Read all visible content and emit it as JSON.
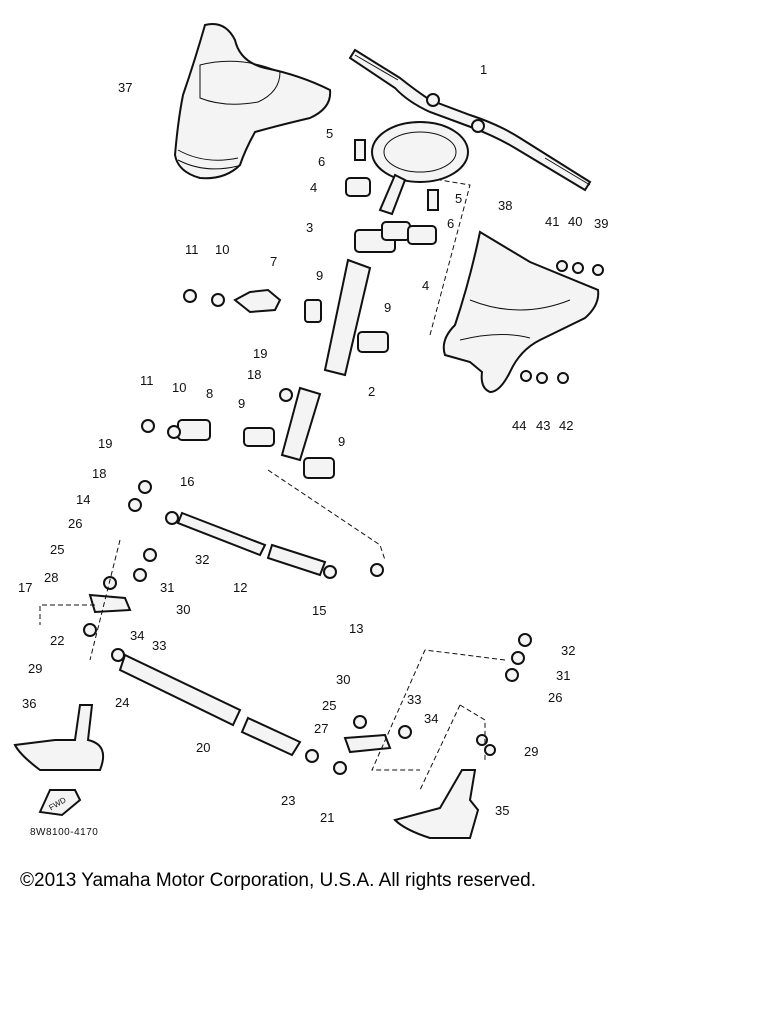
{
  "diagram": {
    "ref_code": "8W8100-4170",
    "fwd_label": "FWD",
    "callouts": [
      "37",
      "1",
      "5",
      "6",
      "4",
      "5",
      "6",
      "3",
      "38",
      "41",
      "40",
      "39",
      "11",
      "10",
      "7",
      "9",
      "4",
      "9",
      "19",
      "18",
      "2",
      "11",
      "10",
      "8",
      "9",
      "44",
      "43",
      "42",
      "9",
      "19",
      "18",
      "16",
      "14",
      "26",
      "32",
      "25",
      "31",
      "12",
      "17",
      "28",
      "30",
      "15",
      "13",
      "22",
      "34",
      "33",
      "32",
      "29",
      "24",
      "31",
      "26",
      "30",
      "36",
      "25",
      "33",
      "34",
      "27",
      "29",
      "20",
      "23",
      "21",
      "35"
    ]
  },
  "footer": {
    "copyright": "©2013 Yamaha Motor Corporation, U.S.A. All rights reserved."
  }
}
